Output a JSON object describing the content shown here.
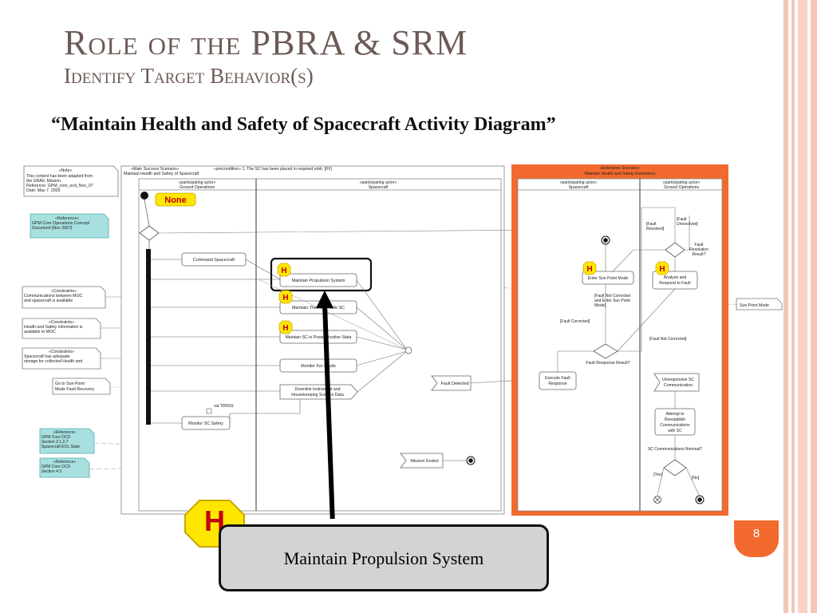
{
  "slide": {
    "title": "Role of the PBRA & SRM",
    "subtitle": "Identify Target Behavior(s)",
    "quote": "“Maintain Health and Safety of Spacecraft Activity Diagram”",
    "page_number": "8",
    "callout": "Maintain Propulsion System",
    "big_badge": "H"
  },
  "colors": {
    "title": "#6d5a57",
    "accent_orange": "#f26a2e",
    "stripe_pink": "#f5c6b6",
    "note_teal": "#a8e0e0",
    "badge_yellow": "#ffe600",
    "badge_red": "#c0000f"
  },
  "diagram": {
    "note": [
      "«Note»",
      "This content has been adapted from",
      "the GRAIL Mission.",
      "Reference: GPM_core_ocd_Nov_07",
      "Date: Mav 7. 2009"
    ],
    "ref1": [
      "«Reference»",
      "GPM Core Operations Concept",
      "Document [Nov 2007]"
    ],
    "con1": [
      "«Constraints»",
      "Communications between MOC",
      "and spacecraft is available"
    ],
    "con2": [
      "«Constraints»",
      "Health and Safety information is",
      "available to MOC"
    ],
    "con3": [
      "«Constraints»",
      "Spacecraft has adequate",
      "storage for collected Health and"
    ],
    "goto": [
      "Go to Sun-Point",
      "Mode Fault Recovery"
    ],
    "ref2": [
      "«Reference»",
      "GPM Core OCD",
      "Section 2.1.2.7",
      "Spacecraft EOL State"
    ],
    "ref3": [
      "«Reference»",
      "GPM Core OCD",
      "Section 4.3"
    ],
    "main": {
      "scenario": [
        "«Main Success Scenario»",
        "Maintain Health and Safety of Spacecraft"
      ],
      "precondition": "«precondition» 1. The SC has been placed in required orbit. [IIV]",
      "lane_ground": [
        "«participating actor»",
        "Ground Operations"
      ],
      "lane_sc": [
        "«participating actor»",
        "Spacecraft"
      ],
      "none_badge": "None",
      "command": "Command Spacecraft",
      "propulsion": "Maintain Propulsion System",
      "thermal": "Maintain Thermal / Safe SC",
      "power": "Maintain SC in Power Positive State",
      "monitor": "Monitor For Faults",
      "downlink": [
        "Downlink Instrument and",
        "Housekeeping Science Data"
      ],
      "via": "via TDRSS",
      "monitor_sc": "Monitor SC Safety",
      "fault_detected": "Fault Detected",
      "mission_ended": "Mission Ended"
    },
    "ext": {
      "scenario": [
        "«Extension Scenario»",
        "Maintain Health and Safety Extensions"
      ],
      "lane_sc": [
        "«participating actor»",
        "Spacecraft"
      ],
      "lane_ground": [
        "«participating actor»",
        "Ground Operations"
      ],
      "fault_resolved": [
        "[Fault",
        "Resolved]"
      ],
      "fault_unresolved": [
        "[Fault",
        "Unresolved]"
      ],
      "fault_resolution": [
        "Fault",
        "Resolution",
        "Result?"
      ],
      "enter_sun": "Enter Sun Point Mode",
      "analyze": [
        "Analyze and",
        "Respond to Fault"
      ],
      "not_corrected_enter": [
        "[Fault Not Corrected",
        "and Enter Sun Point",
        "Mode]"
      ],
      "corrected": "[Fault Corrected]",
      "not_corrected": "[Fault Not Corrected]",
      "response_result": "Fault Response Result?",
      "execute": [
        "Execute Fault",
        "Response"
      ],
      "unresponsive": [
        "Unresponsive SC",
        "Communication"
      ],
      "attempt": [
        "Attempt to",
        "Reestablish",
        "Communications",
        "with SC"
      ],
      "nominal": "SC Communications Nominal?",
      "yes": "[Yes]",
      "no": "[No]",
      "sun_point_mode": "Sun Point Mode"
    },
    "h_badge": "H"
  }
}
